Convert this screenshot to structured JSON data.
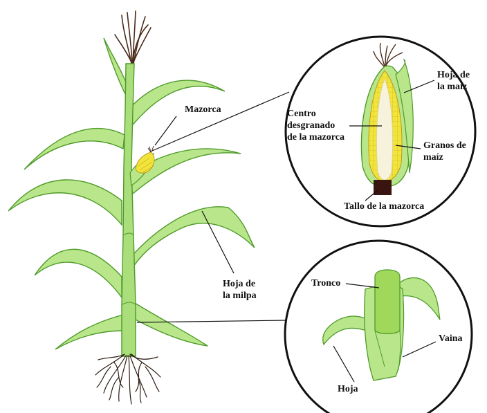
{
  "labels": {
    "mazorca": "Mazorca",
    "hoja_milpa_1": "Hoja de",
    "hoja_milpa_2": "la milpa",
    "centro_1": "Centro",
    "centro_2": "desgranado",
    "centro_3": "de la mazorca",
    "hoja_maiz_1": "Hoja de",
    "hoja_maiz_2": "la maíz",
    "granos_1": "Granos de",
    "granos_2": "maíz",
    "tallo_mazorca": "Tallo de la mazorca",
    "tronco": "Tronco",
    "vaina": "Vaina",
    "hoja": "Hoja"
  },
  "colors": {
    "leaf_fill": "#b9e68a",
    "leaf_stroke": "#4e9a2a",
    "stem_fill": "#a9de7a",
    "kernel_yellow": "#f2e53a",
    "cob_center": "#f6f2dc",
    "tassel": "#4a2a1a",
    "root": "#2b1a12",
    "cob_stalk": "#3a1410"
  }
}
